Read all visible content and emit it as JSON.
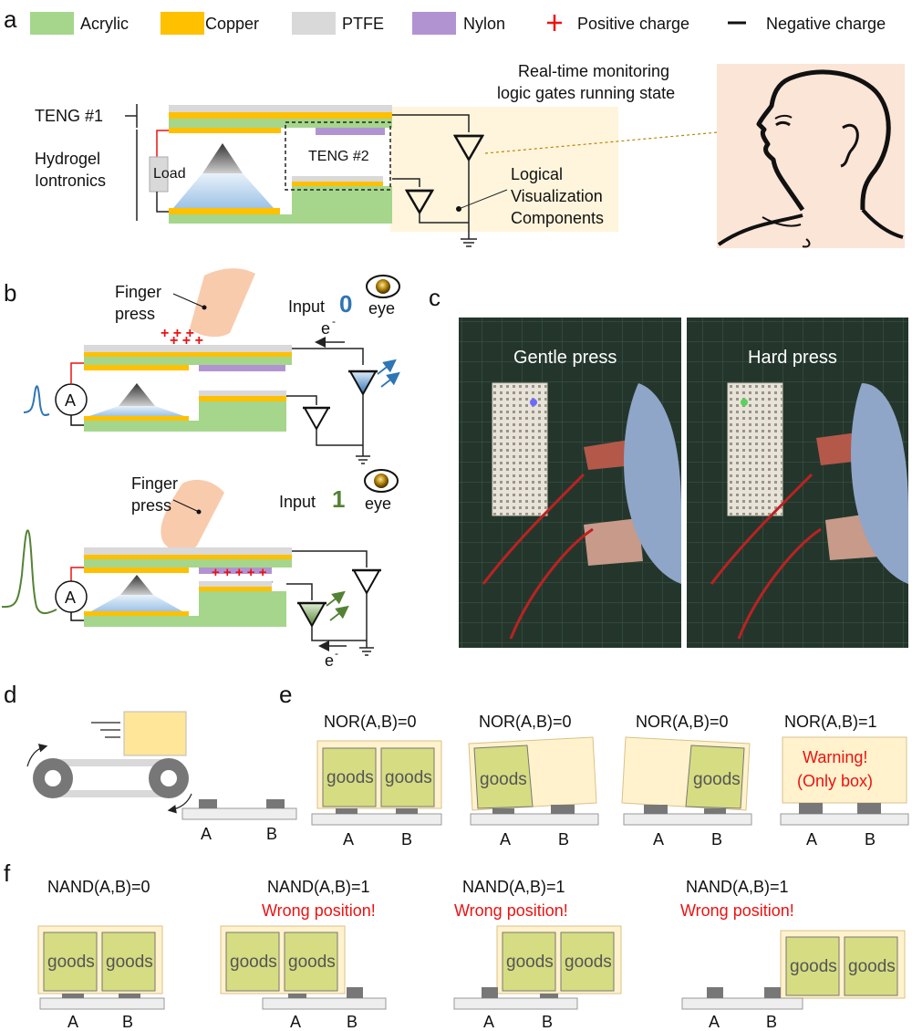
{
  "legend": {
    "items": [
      {
        "label": "Acrylic",
        "color": "#a5d68c"
      },
      {
        "label": "Copper",
        "color": "#ffc000"
      },
      {
        "label": "PTFE",
        "color": "#d9d9d9"
      },
      {
        "label": "Nylon",
        "color": "#b293d2"
      }
    ],
    "positive": "Positive charge",
    "negative": "Negative charge"
  },
  "panel_a": {
    "letter": "a",
    "teng1": "TENG #1",
    "hydrogel_line1": "Hydrogel",
    "hydrogel_line2": "Iontronics",
    "load": "Load",
    "teng2": "TENG #2",
    "monitor_line1": "Real-time monitoring",
    "monitor_line2": "logic gates running state",
    "vis_line1": "Logical",
    "vis_line2": "Visualization",
    "vis_line3": "Components"
  },
  "panel_b": {
    "letter": "b",
    "finger_line1": "Finger",
    "finger_line2": "press",
    "input_label": "Input",
    "input0_value": "0",
    "input1_value": "1",
    "eye": "eye",
    "electron": "e",
    "electron_sup": "-",
    "ammeter": "A",
    "colors": {
      "input0": "#2e75b6",
      "input1": "#548235"
    }
  },
  "panel_c": {
    "letter": "c",
    "gentle": "Gentle press",
    "hard": "Hard press"
  },
  "panel_d": {
    "letter": "d",
    "a": "A",
    "b": "B"
  },
  "panel_e": {
    "letter": "e",
    "items": [
      {
        "title": "NOR(A,B)=0",
        "a": "A",
        "b": "B",
        "goods1": "goods",
        "goods2": "goods"
      },
      {
        "title": "NOR(A,B)=0",
        "a": "A",
        "b": "B",
        "goods1": "goods"
      },
      {
        "title": "NOR(A,B)=0",
        "a": "A",
        "b": "B",
        "goods1": "goods"
      },
      {
        "title": "NOR(A,B)=1",
        "a": "A",
        "b": "B",
        "warn1": "Warning!",
        "warn2": "(Only box)"
      }
    ]
  },
  "panel_f": {
    "letter": "f",
    "items": [
      {
        "title": "NAND(A,B)=0",
        "a": "A",
        "b": "B",
        "goods1": "goods",
        "goods2": "goods"
      },
      {
        "title": "NAND(A,B)=1",
        "warn": "Wrong position!",
        "a": "A",
        "b": "B",
        "goods1": "goods",
        "goods2": "goods"
      },
      {
        "title": "NAND(A,B)=1",
        "warn": "Wrong position!",
        "a": "A",
        "b": "B",
        "goods1": "goods",
        "goods2": "goods"
      },
      {
        "title": "NAND(A,B)=1",
        "warn": "Wrong position!",
        "a": "A",
        "b": "B",
        "goods1": "goods",
        "goods2": "goods"
      }
    ]
  }
}
